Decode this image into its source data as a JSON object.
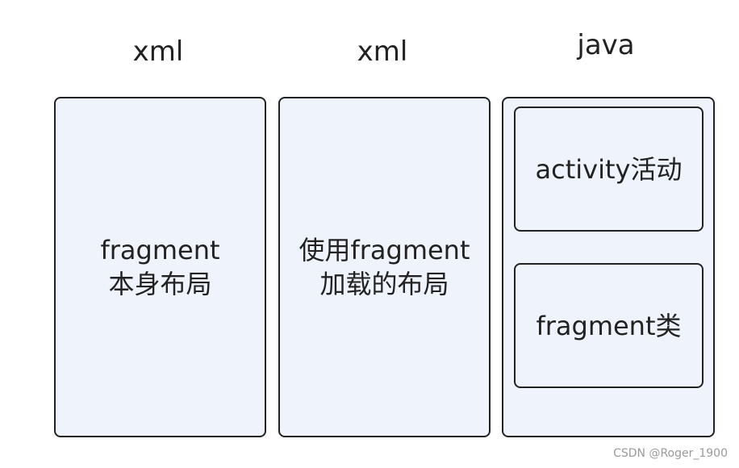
{
  "columns": [
    {
      "heading": "xml",
      "box_text": "fragment\n本身布局"
    },
    {
      "heading": "xml",
      "box_text": "使用fragment\n加载的布局"
    },
    {
      "heading": "java",
      "inner_boxes": [
        {
          "text": "activity活动"
        },
        {
          "text": "fragment类"
        }
      ]
    }
  ],
  "watermark": "CSDN @Roger_1900"
}
